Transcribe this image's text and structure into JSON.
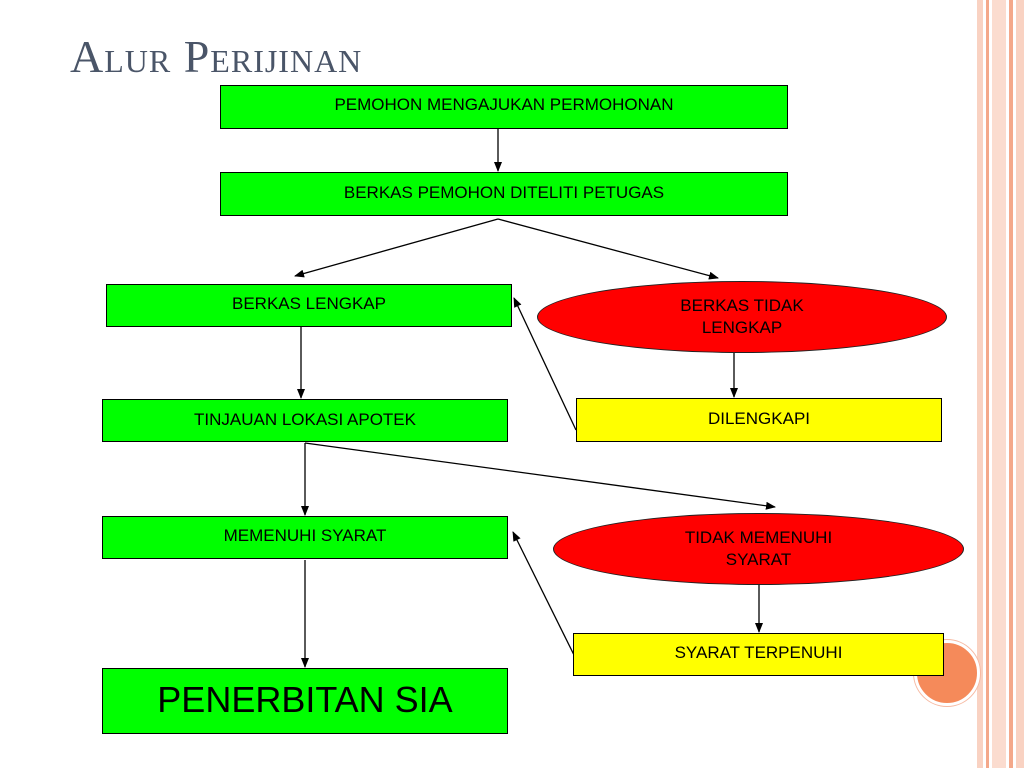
{
  "slide": {
    "title": "Alur Perijinan"
  },
  "flow": {
    "pemohon": "PEMOHON MENGAJUKAN PERMOHONAN",
    "diteliti": "BERKAS PEMOHON DITELITI PETUGAS",
    "lengkap": "BERKAS LENGKAP",
    "tidak_lengkap": "BERKAS TIDAK LENGKAP",
    "dilengkapi": "DILENGKAPI",
    "tinjauan": "TINJAUAN LOKASI APOTEK",
    "memenuhi": "MEMENUHI SYARAT",
    "tidak_memenuhi": "TIDAK MEMENUHI SYARAT",
    "terpenuhi": "SYARAT TERPENUHI",
    "penerbitan": "PENERBITAN SIA"
  },
  "colors": {
    "process": "#00ff00",
    "rejected": "#ff0000",
    "revision": "#ffff00",
    "accent": "#f58a5a"
  }
}
